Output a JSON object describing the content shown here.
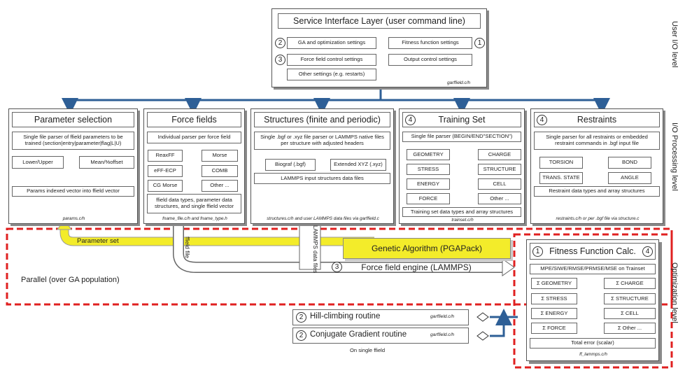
{
  "levels": {
    "user_io": "User I/O  level",
    "io_processing": "I/O Processing level",
    "optimization": "Optimization level"
  },
  "service": {
    "title": "Service Interface Layer (user command line)",
    "ga_settings": "GA and optimization settings",
    "fitness_settings": "Fitness function settings",
    "ff_settings": "Force field control settings",
    "output_settings": "Output control settings",
    "other_settings": "Other settings (e.g. restarts)",
    "footer": "garffield.c/h",
    "num_ga": "2",
    "num_fitness": "1",
    "num_ff": "3"
  },
  "param_panel": {
    "title": "Parameter selection",
    "desc": "Single file parser of ffield parameters to be trained (section|entry|parameter|flag|L|U)",
    "lower": "Lower/Upper",
    "mean": "Mean/%offset",
    "indexed": "Params indexed vector into ffield vector",
    "footer": "params.c/h"
  },
  "ff_panel": {
    "title": "Force fields",
    "desc": "Individual parser per force field",
    "items_left": [
      "ReaxFF",
      "eFF-ECP",
      "CG Morse"
    ],
    "items_right": [
      "Morse",
      "COMB",
      "Other ..."
    ],
    "types": "ffield data types, parameter data structures, and single ffield vector",
    "footer": "fname_file.c/h and fname_type.h"
  },
  "struct_panel": {
    "title": "Structures (finite and periodic)",
    "desc": "Single .bgf or .xyz file parser or LAMMPS native files per structure with adjusted headers",
    "biograf": "Biograf (.bgf)",
    "xyz": "Extended XYZ (.xyz)",
    "lammps": "LAMMPS input structures data files",
    "footer": "structures.c/h and user LAMMPS data files via garffield.c"
  },
  "train_panel": {
    "num": "4",
    "title": "Training Set",
    "desc": "Single file parser (BEGIN/END\"SECTION\")",
    "items_left": [
      "GEOMETRY",
      "STRESS",
      "ENERGY",
      "FORCE"
    ],
    "items_right": [
      "CHARGE",
      "STRUCTURE",
      "CELL",
      "Other ..."
    ],
    "types": "Training set data types and array structures",
    "footer": "trainset.c/h"
  },
  "restr_panel": {
    "num": "4",
    "title": "Restraints",
    "desc": "Single parser for all restraints or embedded restraint commands in .bgf input file",
    "items_left": [
      "TORSION",
      "TRANS. STATE"
    ],
    "items_right": [
      "BOND",
      "ANGLE"
    ],
    "types": "Restraint data types and array structures",
    "footer": "restraints.c/h or per .bgf file via structure.c"
  },
  "optim": {
    "parameter_set": "Parameter set",
    "ffield_file": "ffield file",
    "lammps_files": "LAMMPS data files",
    "ga": "Genetic Algorithm (PGAPack)",
    "ff_engine": "Force field engine (LAMMPS)",
    "ff_engine_num": "3",
    "parallel": "Parallel (over GA population)"
  },
  "fitness": {
    "num_left": "1",
    "num_right": "4",
    "title": "Fitness Function Calc.",
    "metrics": "MPE/SIWE/RMSE/PRMSE/MSE on Trainset",
    "items_left": [
      "Σ GEOMETRY",
      "Σ STRESS",
      "Σ ENERGY",
      "Σ FORCE"
    ],
    "items_right": [
      "Σ CHARGE",
      "Σ STRUCTURE",
      "Σ CELL",
      "Σ Other ..."
    ],
    "total": "Total error (scalar)",
    "footer": "ff_lammps.c/h"
  },
  "local": {
    "hill_num": "2",
    "hill": "Hill-climbing routine",
    "hill_file": "garffield.c/h",
    "cg_num": "2",
    "cg": "Conjugate Gradient routine",
    "cg_file": "garffield.c/h",
    "footer": "On single ffield"
  }
}
